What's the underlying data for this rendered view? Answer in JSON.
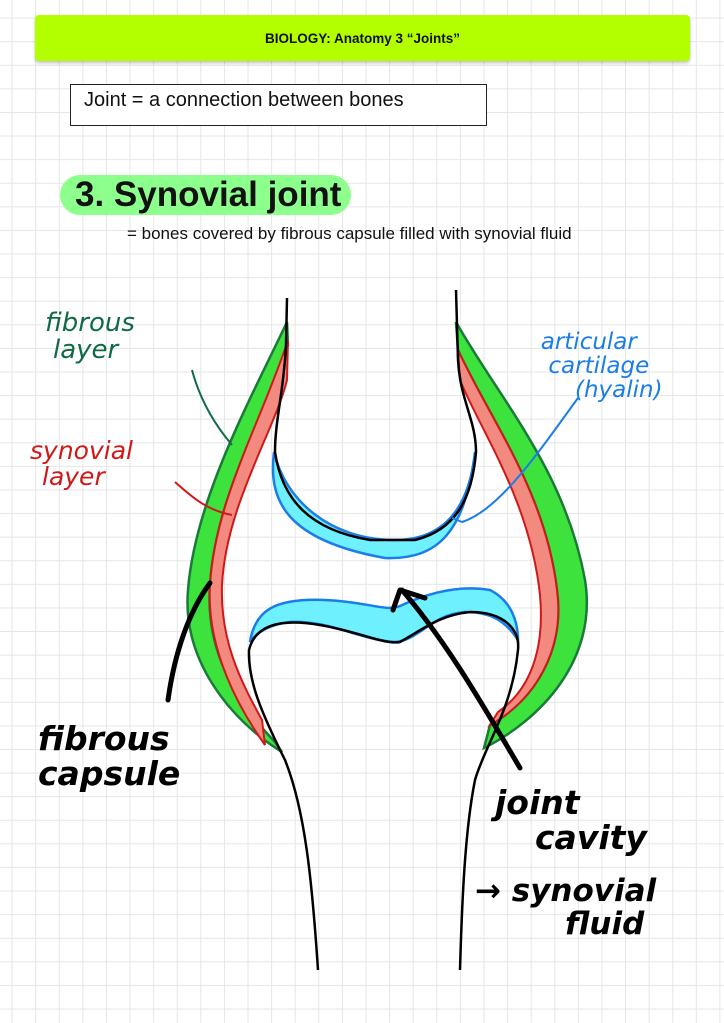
{
  "header": {
    "title": "BIOLOGY: Anatomy 3   “Joints”"
  },
  "definition": "Joint = a connection between bones",
  "section": {
    "heading": "3. Synovial joint",
    "description": "= bones covered by fibrous capsule filled with synovial fluid"
  },
  "labels": {
    "fibrous_layer": [
      "fibrous",
      "layer"
    ],
    "synovial_layer": [
      "synovial",
      "layer"
    ],
    "articular_cartilage": [
      "articular",
      "cartilage",
      "(hyalin)"
    ],
    "fibrous_capsule": [
      "fibrous",
      "capsule"
    ],
    "joint_cavity": [
      "joint",
      "cavity"
    ],
    "synovial_fluid": [
      "→ synovial",
      "fluid"
    ]
  },
  "colors": {
    "banner": "#b3ff00",
    "heading_highlight": "#8cff8c",
    "fibrous": "#0f6b45",
    "synovial": "#d01818",
    "cartilage": "#1a7de8",
    "cartilage_fill": "#6ff0ff"
  }
}
